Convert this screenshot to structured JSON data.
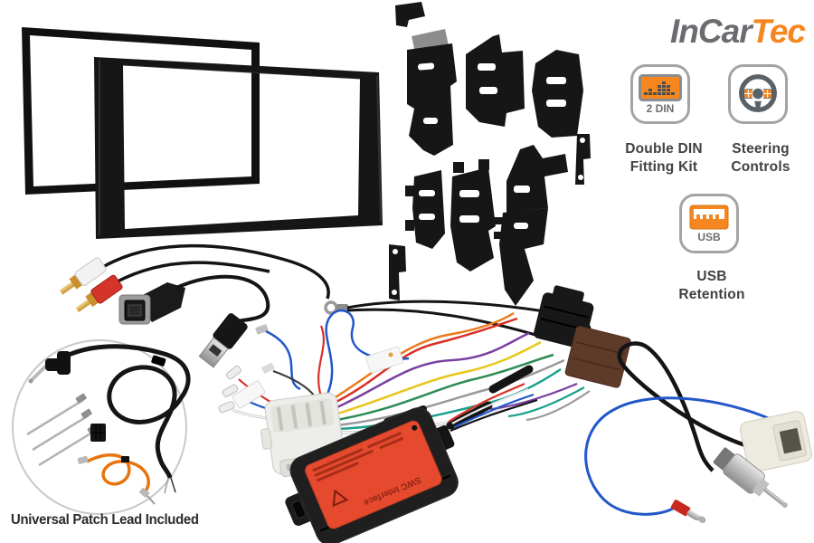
{
  "brand": {
    "name_part1": "InCar",
    "name_part2": "Tec"
  },
  "features": {
    "double_din": {
      "badge": "2 DIN",
      "line1": "Double DIN",
      "line2": "Fitting Kit"
    },
    "steering": {
      "line1": "Steering",
      "line2": "Controls"
    },
    "usb": {
      "badge": "USB",
      "line1": "USB",
      "line2": "Retention"
    }
  },
  "captions": {
    "patch_lead": "Universal Patch Lead Included"
  },
  "module": {
    "label": "SWC Interface"
  },
  "colors": {
    "accent_orange": "#F6861F",
    "logo_gray": "#6A6C6F",
    "icon_outline_gray": "#A1A5A8",
    "icon_dark_gray": "#5B6267",
    "text_dark": "#414042",
    "module_label_red": "#E64A2E",
    "iso_brown": "#5E3A28",
    "wire_blue": "#2257C9",
    "wire_orange": "#E8740F"
  }
}
